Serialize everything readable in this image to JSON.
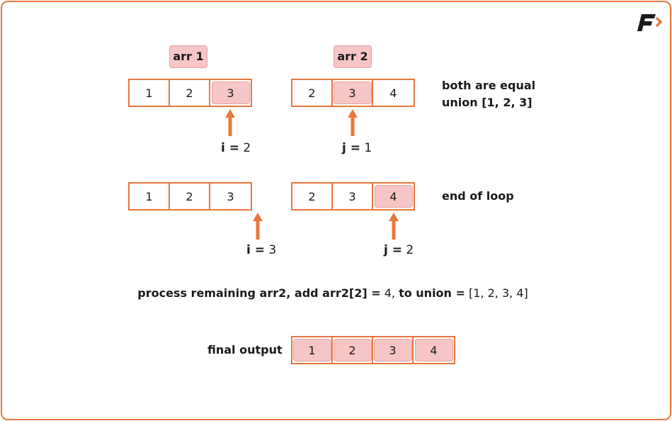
{
  "labels": {
    "arr1": "arr 1",
    "arr2": "arr 2"
  },
  "step1": {
    "arr1": [
      "1",
      "2",
      "3"
    ],
    "arr2": [
      "2",
      "3",
      "4"
    ],
    "note_line1": "both are equal",
    "note_line2": "union [1, 2, 3]",
    "i_label": "i =",
    "i_value": "2",
    "j_label": "j =",
    "j_value": "1"
  },
  "step2": {
    "arr1": [
      "1",
      "2",
      "3"
    ],
    "arr2": [
      "2",
      "3",
      "4"
    ],
    "note": "end of loop",
    "i_label": "i =",
    "i_value": "3",
    "j_label": "j =",
    "j_value": "2"
  },
  "process": {
    "text1": "process remaining arr2, add arr2[2] =",
    "value1": "4,",
    "text2": "to union =",
    "value2": "[1, 2, 3, 4]"
  },
  "final": {
    "label": "final output",
    "values": [
      "1",
      "2",
      "3",
      "4"
    ]
  },
  "colors": {
    "accent": "#e8773f",
    "highlight": "#f6c6c6"
  },
  "logo": {
    "icon": "brand-logo-icon"
  }
}
